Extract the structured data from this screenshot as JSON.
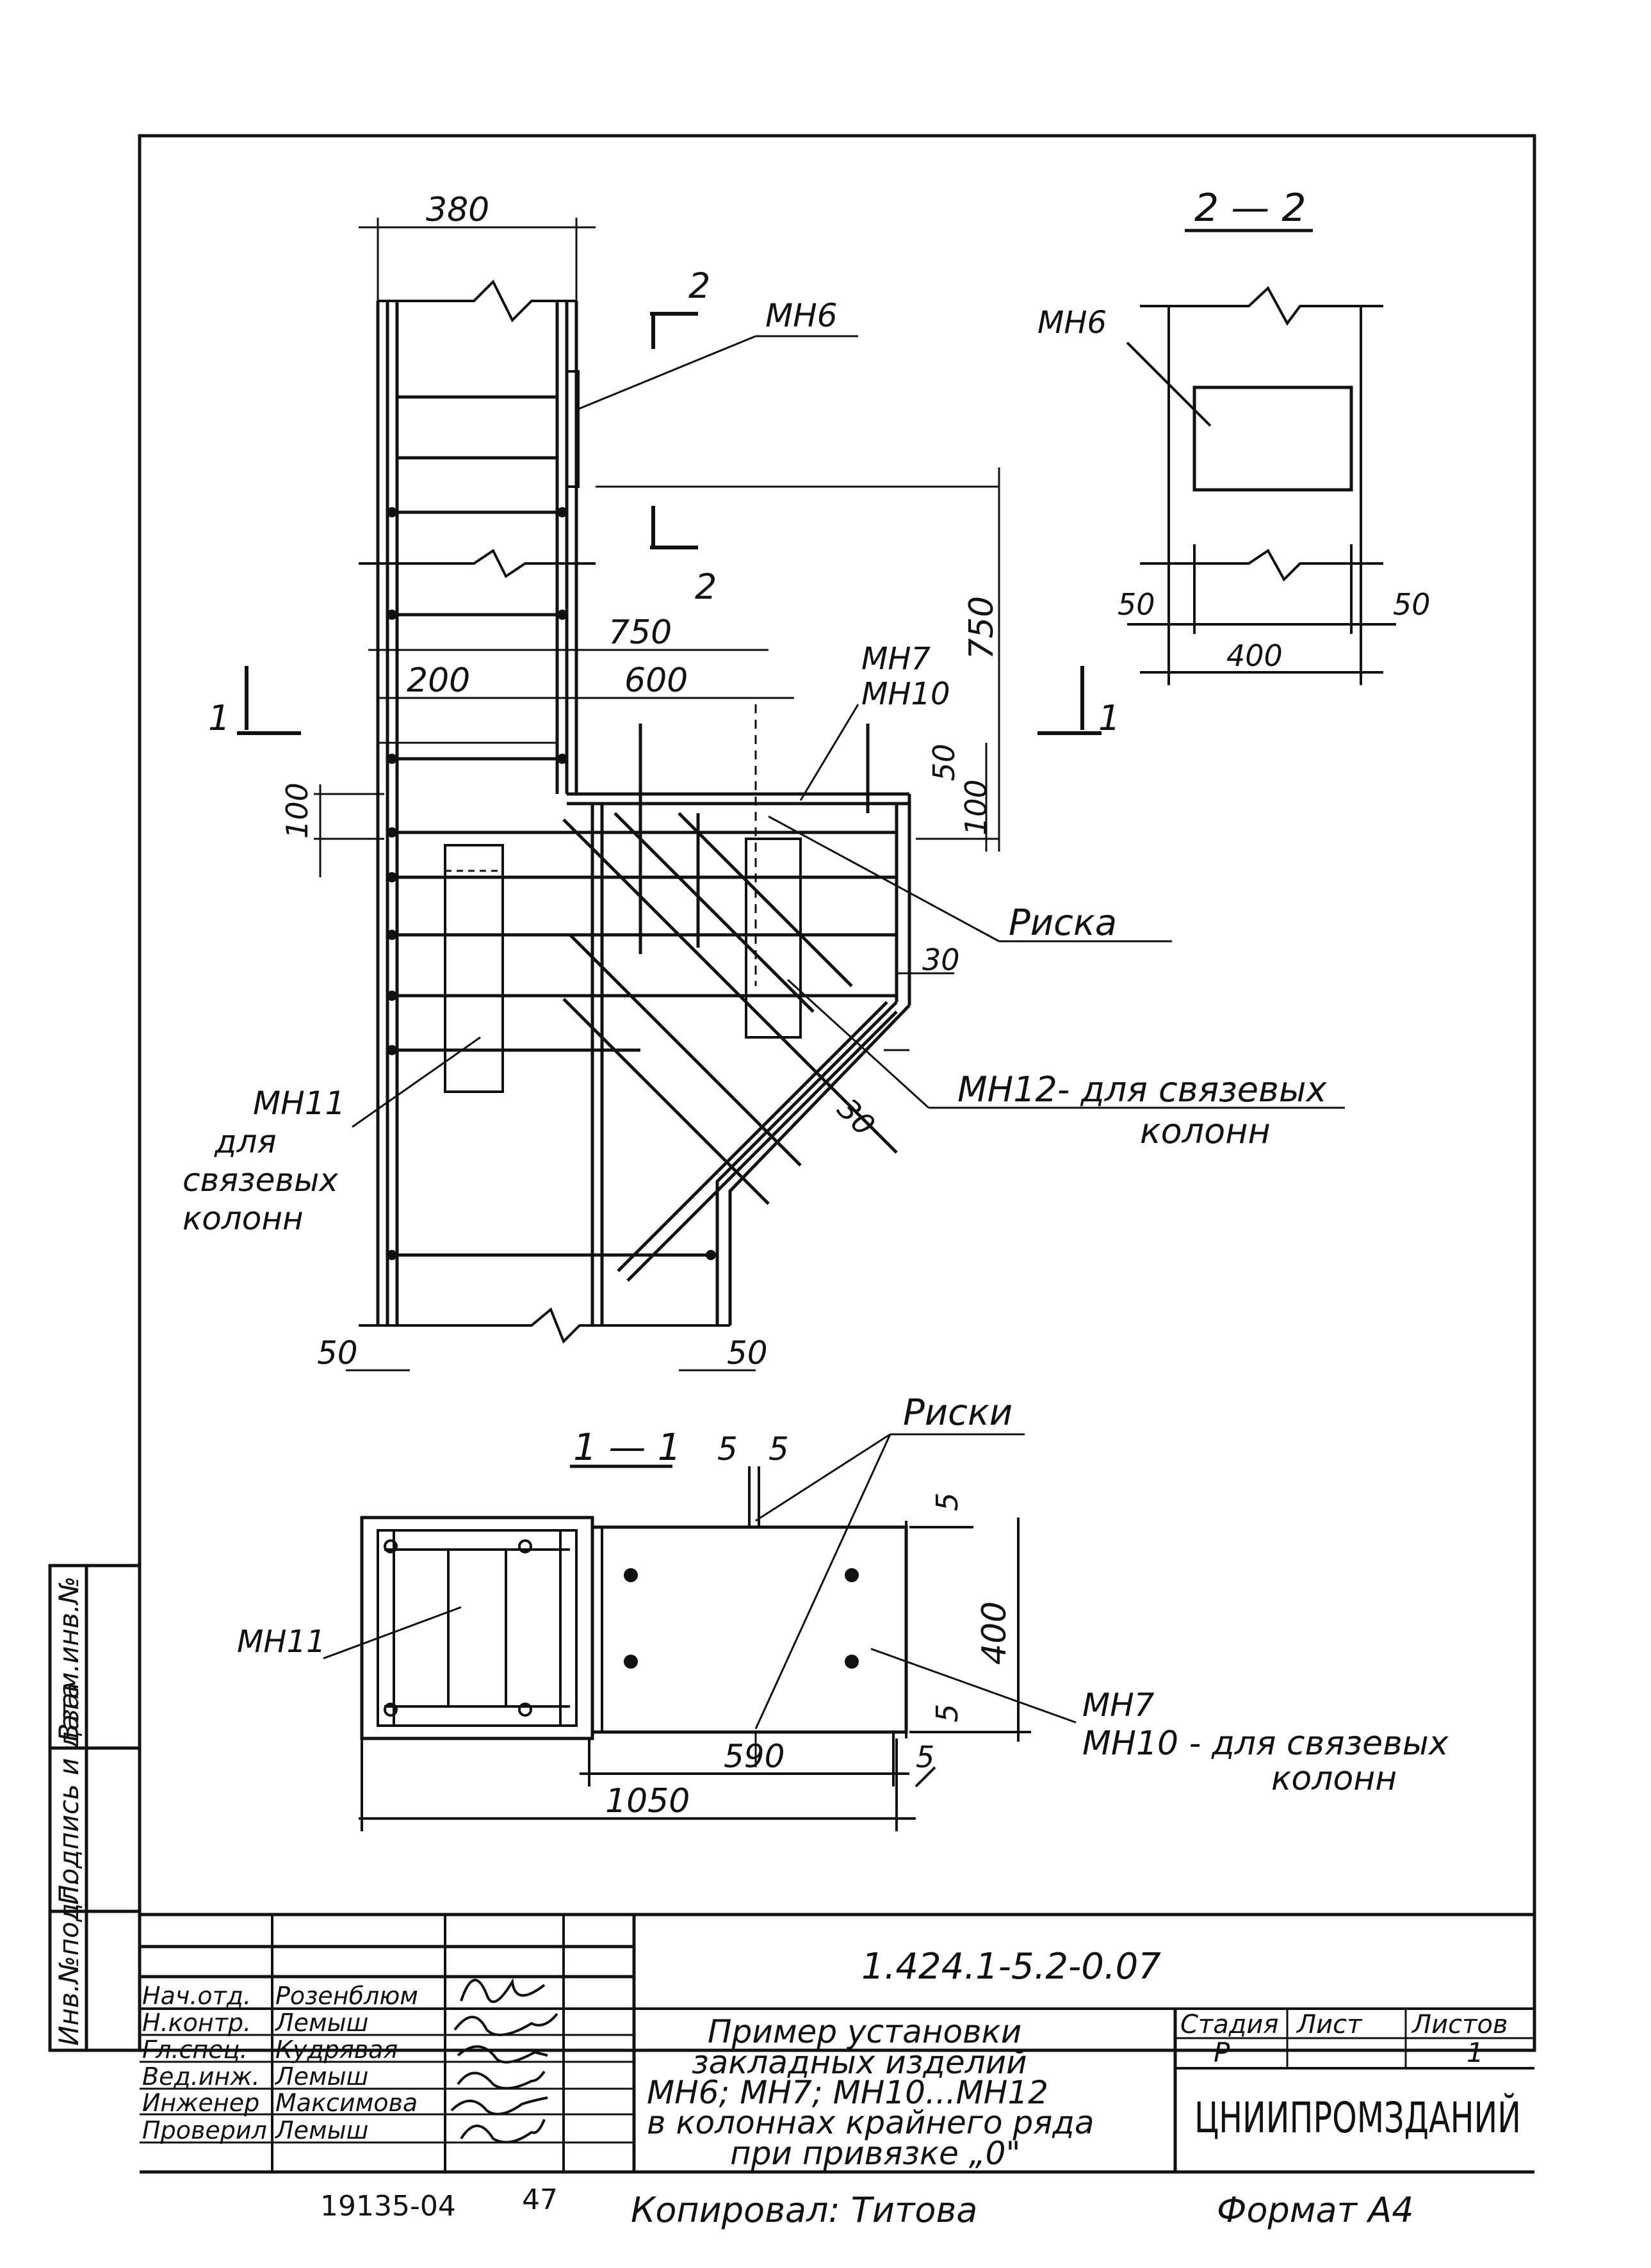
{
  "drawing": {
    "dims": {
      "d380": "380",
      "d750a": "750",
      "d600": "600",
      "d200": "200",
      "d750v": "750",
      "d50v": "50",
      "d100v": "100",
      "d100l": "100",
      "d30a": "30",
      "d30b": "30",
      "d50bl": "50",
      "d50br": "50",
      "s22_50l": "50",
      "s22_50r": "50",
      "s22_400": "400",
      "s11_5a": "5",
      "s11_5b": "5",
      "s11_5v": "5",
      "s11_400": "400",
      "s11_5v2": "5",
      "s11_590": "590",
      "s11_5h": "5",
      "s11_1050": "1050"
    },
    "labels": {
      "mh6": "МН6",
      "mh6_sect": "МН6",
      "mh7": "МН7",
      "mh10": "МН10",
      "riska": "Риска",
      "mh12": "МН12- для связевых",
      "mh12_b": "колонн",
      "mh11": "МН11",
      "mh11_b": "для",
      "mh11_c": "связевых",
      "mh11_d": "колонн",
      "riski": "Риски",
      "mh1": "МН11",
      "mh7_b": "МН7",
      "mh10_b": "МН10 - для связевых",
      "mh10_c": "колонн"
    },
    "sections": {
      "s22": "2 — 2",
      "s11": "1 — 1",
      "cut2a": "2",
      "cut2b": "2",
      "cut1a": "1",
      "cut1b": "1"
    }
  },
  "side_stamp": {
    "inv_podl": "Инв.№подл.",
    "podpis": "Подпись и дата",
    "vzam": "Взам.инв.№"
  },
  "title_block": {
    "code": "1.424.1-5.2-0.07",
    "title_lines": [
      "Пример установки",
      "закладных изделий",
      "МН6; МН7; МН10...МН12",
      "в колоннах крайнего ряда",
      "при привязке „0\""
    ],
    "stage_header": "Стадия",
    "sheet_header": "Лист",
    "sheets_header": "Листов",
    "stage": "Р",
    "sheet": "",
    "sheets": "1",
    "org": "ЦНИИПРОМЗДАНИЙ",
    "roles": [
      {
        "role": "Нач.отд.",
        "name": "Розенблюм"
      },
      {
        "role": "Н.контр.",
        "name": "Лемыш"
      },
      {
        "role": "Гл.спец.",
        "name": "Кудрявая"
      },
      {
        "role": "Вед.инж.",
        "name": "Лемыш"
      },
      {
        "role": "Инженер",
        "name": "Максимова"
      },
      {
        "role": "Проверил",
        "name": "Лемыш"
      }
    ]
  },
  "footer": {
    "number": "19135-04",
    "page": "47",
    "copied": "Копировал: Титова",
    "format": "Формат А4"
  }
}
